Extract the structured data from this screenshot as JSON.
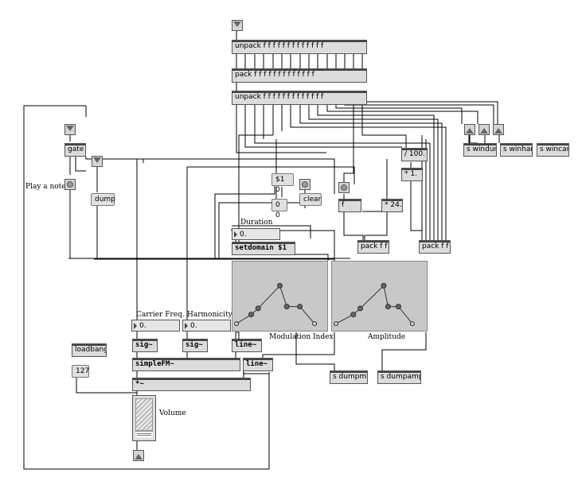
{
  "objects": {
    "unpack1": "unpack f f f f f f f f f f f f f",
    "pack1": "pack f f f f f f f f f f f f f",
    "unpack2": "unpack f f f f f f f f f f f f f",
    "gate": "gate",
    "dump": "dump",
    "div100": "/ 100.",
    "mul1": "* 1.",
    "s_windur": "s windur",
    "s_winhar": "s winhar",
    "s_wincar": "s wincar",
    "msg_s10": "$1 0",
    "msg_00": "0 0",
    "clear": "clear",
    "f": "f",
    "mul24": "* 24.",
    "setdomain": "setdomain $1",
    "packff1": "pack f f",
    "packff2": "pack f f",
    "sig1": "sig~",
    "sig2": "sig~",
    "line1": "line~",
    "line2": "line~",
    "simpleFM": "simpleFM~",
    "times": "*~",
    "loadbang": "loadbang",
    "s_dumpmi": "s dumpmi",
    "s_dumpamp": "s dumpamp"
  },
  "numbers": {
    "duration": "0.",
    "carrier": "0.",
    "harmonicity": "0.",
    "volume_init": "127"
  },
  "labels": {
    "play_a_note": "Play a note",
    "duration": "Duration",
    "carrier_freq": "Carrier Freq.",
    "harmonicity": "Harmonicity",
    "modulation_index": "Modulation Index",
    "amplitude": "Amplitude",
    "volume": "Volume"
  },
  "icons": {
    "inlet": "inlet-arrow-icon",
    "outlet": "outlet-arrow-icon",
    "bang": "bang-button-icon"
  },
  "volume_slider_level": 1.0,
  "function_graph_1": [
    [
      0,
      0.05
    ],
    [
      0.17,
      0.2
    ],
    [
      0.25,
      0.3
    ],
    [
      0.5,
      0.67
    ],
    [
      0.58,
      0.33
    ],
    [
      0.73,
      0.33
    ],
    [
      0.9,
      0.05
    ]
  ],
  "function_graph_2": [
    [
      0,
      0.05
    ],
    [
      0.2,
      0.2
    ],
    [
      0.28,
      0.3
    ],
    [
      0.55,
      0.67
    ],
    [
      0.6,
      0.33
    ],
    [
      0.72,
      0.33
    ],
    [
      0.88,
      0.05
    ]
  ],
  "colors": {
    "background": "#ffffff",
    "object_fill": "#dcdcdc",
    "patch_cord": "#000000",
    "function_fill": "#c8c8c8"
  }
}
